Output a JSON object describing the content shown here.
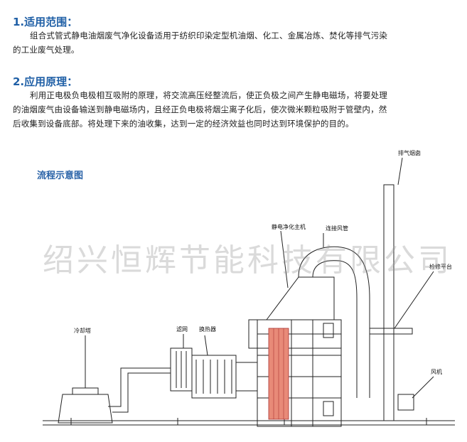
{
  "sections": [
    {
      "title": "1.适用范围：",
      "lines": [
        "组合式管式静电油烟废气净化设备适用于纺织印染定型机油烟、化工、金属冶炼、焚化等排气污染",
        "的工业废气处理。"
      ]
    },
    {
      "title": "2.应用原理：",
      "lines": [
        "利用正电极负电极相互吸附的原理，将交流高压经整流后，使正负极之间产生静电磁场，将要处理",
        "的油烟废气由设备输送到静电磁场内，且经正负电极将烟尘离子化后，使次微米颗粒吸附于管壁内，然",
        "后收集到设备底部。将处理下来的油收集，达到一定的经济效益也同时达到环境保护的目的。"
      ]
    }
  ],
  "flow_title": "流程示意图",
  "watermark": "绍兴恒辉节能科技有限公司",
  "diagram_labels": {
    "exhaust_chimney": "排气烟囱",
    "esp_main": "静电净化主机",
    "connecting_duct": "连接风管",
    "maintenance_platform": "检修平台",
    "cooling_tower": "冷却塔",
    "filter": "滤网",
    "heat_exchanger": "换热器",
    "fan": "风机"
  }
}
